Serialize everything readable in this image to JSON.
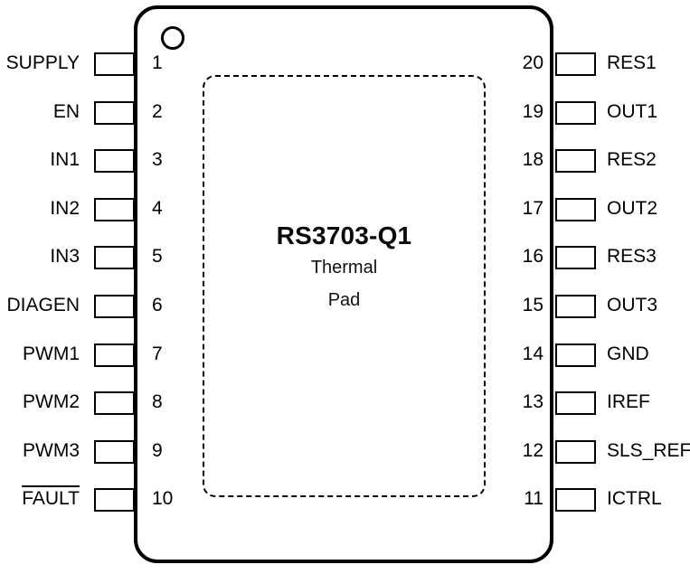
{
  "diagram": {
    "kind": "ic-pinout-diagram",
    "package_outline": "rounded-rectangle",
    "pin1_indicator": "circle",
    "part_number": "RS3703-Q1",
    "thermal_pad_line1": "Thermal",
    "thermal_pad_line2": "Pad",
    "total_pins": 20
  },
  "left_pins": [
    {
      "number": "1",
      "label": "SUPPLY",
      "overline": false
    },
    {
      "number": "2",
      "label": "EN",
      "overline": false
    },
    {
      "number": "3",
      "label": "IN1",
      "overline": false
    },
    {
      "number": "4",
      "label": "IN2",
      "overline": false
    },
    {
      "number": "5",
      "label": "IN3",
      "overline": false
    },
    {
      "number": "6",
      "label": "DIAGEN",
      "overline": false
    },
    {
      "number": "7",
      "label": "PWM1",
      "overline": false
    },
    {
      "number": "8",
      "label": "PWM2",
      "overline": false
    },
    {
      "number": "9",
      "label": "PWM3",
      "overline": false
    },
    {
      "number": "10",
      "label": "FAULT",
      "overline": true
    }
  ],
  "right_pins": [
    {
      "number": "20",
      "label": "RES1",
      "overline": false
    },
    {
      "number": "19",
      "label": "OUT1",
      "overline": false
    },
    {
      "number": "18",
      "label": "RES2",
      "overline": false
    },
    {
      "number": "17",
      "label": "OUT2",
      "overline": false
    },
    {
      "number": "16",
      "label": "RES3",
      "overline": false
    },
    {
      "number": "15",
      "label": "OUT3",
      "overline": false
    },
    {
      "number": "14",
      "label": "GND",
      "overline": false
    },
    {
      "number": "13",
      "label": "IREF",
      "overline": false
    },
    {
      "number": "12",
      "label": "SLS_REF",
      "overline": false
    },
    {
      "number": "11",
      "label": "ICTRL",
      "overline": false
    }
  ],
  "colors": {
    "outline": "#000000",
    "background": "#ffffff",
    "text": "#000000"
  }
}
